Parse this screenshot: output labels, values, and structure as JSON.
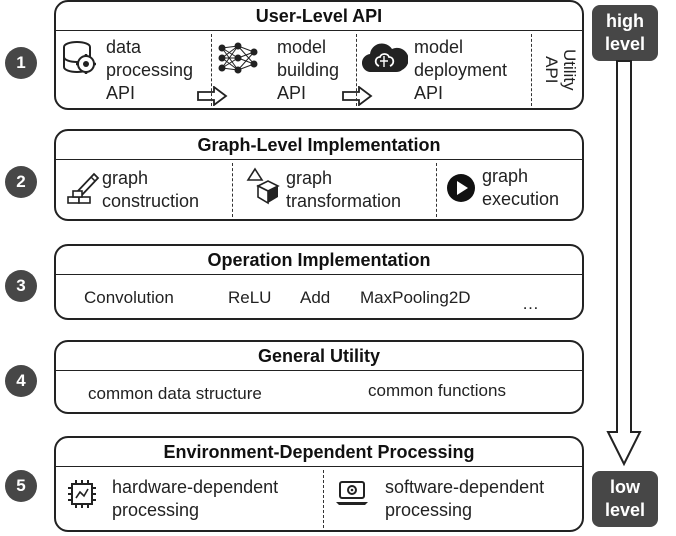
{
  "layers": [
    {
      "number": "1",
      "title": "User-Level API",
      "items": [
        {
          "label": "data\nprocessing\nAPI",
          "icon": "gears-database-icon"
        },
        {
          "label": "model\nbuilding\nAPI",
          "icon": "neural-network-icon"
        },
        {
          "label": "model\ndeployment\nAPI",
          "icon": "cloud-brain-icon"
        },
        {
          "label": "Utility\nAPI"
        }
      ]
    },
    {
      "number": "2",
      "title": "Graph-Level Implementation",
      "items": [
        {
          "label": "graph\nconstruction",
          "icon": "pencil-bricks-icon"
        },
        {
          "label": "graph\ntransformation",
          "icon": "cube-transform-icon"
        },
        {
          "label": "graph\nexecution",
          "icon": "play-circle-icon"
        }
      ]
    },
    {
      "number": "3",
      "title": "Operation Implementation",
      "items": [
        "Convolution",
        "ReLU",
        "Add",
        "MaxPooling2D",
        "…"
      ]
    },
    {
      "number": "4",
      "title": "General Utility",
      "items": [
        "common data structure",
        "common functions"
      ]
    },
    {
      "number": "5",
      "title": "Environment-Dependent Processing",
      "items": [
        {
          "label": "hardware-dependent\nprocessing",
          "icon": "chip-icon"
        },
        {
          "label": "software-dependent\nprocessing",
          "icon": "laptop-gear-icon"
        }
      ]
    }
  ],
  "levels": {
    "high": "high\nlevel",
    "low": "low\nlevel"
  }
}
